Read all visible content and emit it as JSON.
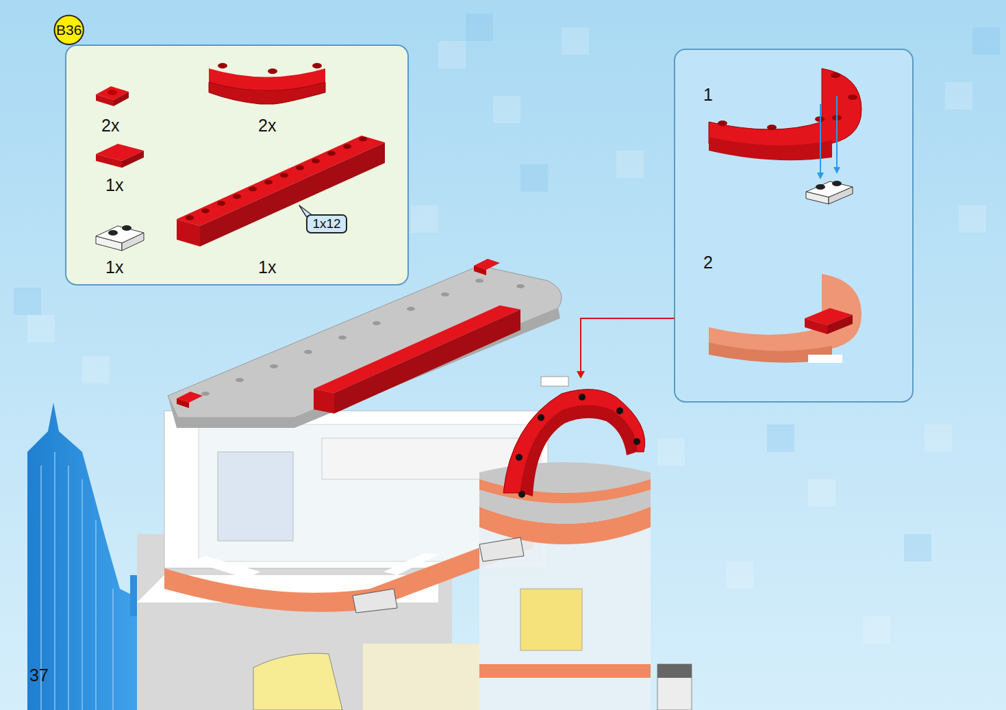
{
  "diagram": {
    "nodes": [
      {
        "text": [
          "B36"
        ]
      },
      {
        "text": [
          "1x12"
        ]
      }
    ],
    "labels": [
      "2x",
      "2x",
      "1x",
      "1x",
      "1x",
      "1",
      "2",
      "37"
    ]
  }
}
